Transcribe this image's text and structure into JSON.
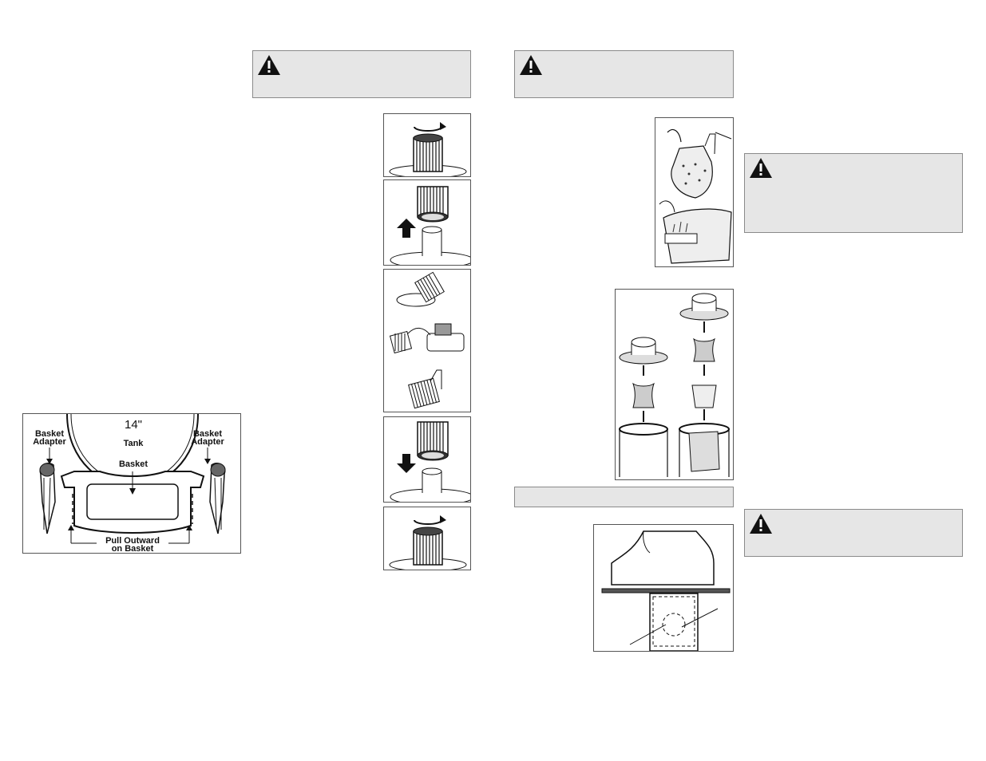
{
  "warning_icon": "warning-triangle-icon",
  "basket_figure": {
    "size_label": "14\"",
    "tank_label": "Tank",
    "basket_label": "Basket",
    "adapter_left": [
      "Basket",
      "Adapter"
    ],
    "adapter_right": [
      "Basket",
      "Adapter"
    ],
    "pull_label": [
      "Pull Outward",
      "on Basket"
    ]
  },
  "filter_steps": [
    "rotate-filter-icon",
    "lift-filter-icon",
    "clean-filter-icon",
    "lower-filter-icon",
    "rotate-filter-icon"
  ]
}
